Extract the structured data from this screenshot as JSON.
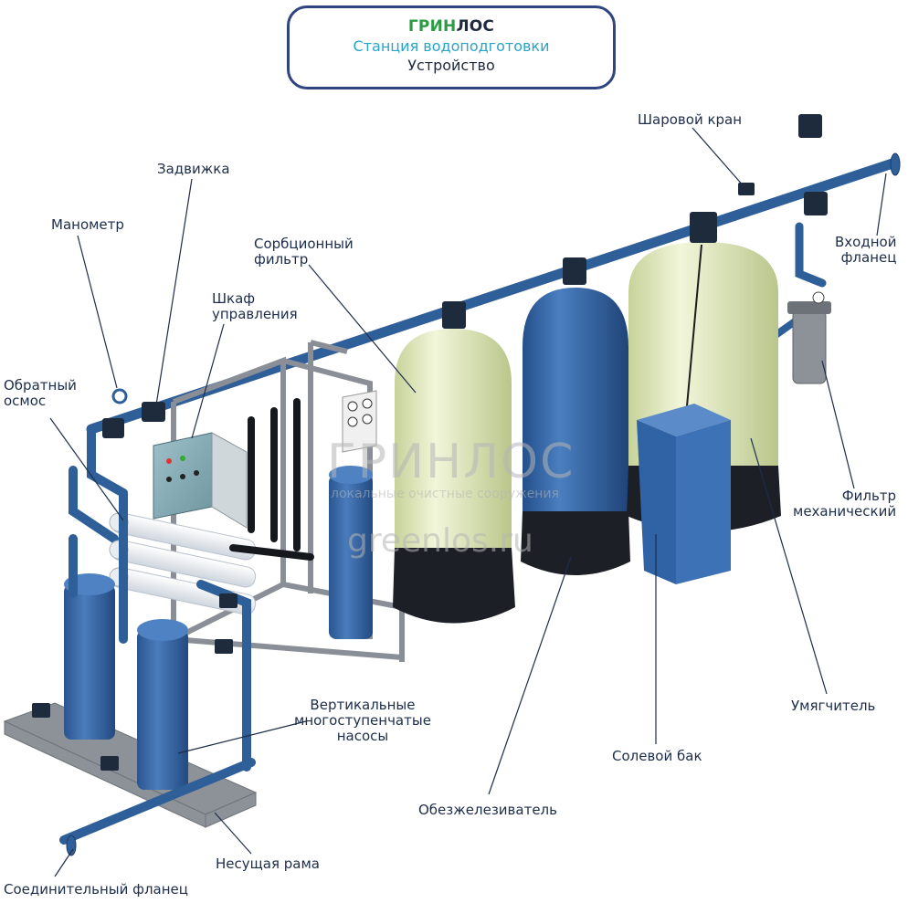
{
  "header": {
    "brand_green": "ГРИН",
    "brand_dark": "ЛОС",
    "subtitle": "Станция водоподготовки",
    "caption": "Устройство"
  },
  "labels": {
    "ball_valve": "Шаровой кран",
    "gate_valve": "Задвижка",
    "manometer": "Манометр",
    "sorption_filter_1": "Сорбционный",
    "sorption_filter_2": "фильтр",
    "control_cabinet_1": "Шкаф",
    "control_cabinet_2": "управления",
    "reverse_osmosis_1": "Обратный",
    "reverse_osmosis_2": "осмос",
    "inlet_flange_1": "Входной",
    "inlet_flange_2": "фланец",
    "mech_filter_1": "Фильтр",
    "mech_filter_2": "механический",
    "softener": "Умягчитель",
    "salt_tank": "Солевой бак",
    "deironer": "Обезжелезиватель",
    "pumps_1": "Вертикальные",
    "pumps_2": "многоступенчатые",
    "pumps_3": "насосы",
    "frame": "Несущая рама",
    "connecting_flange": "Соединительный фланец"
  },
  "watermark": {
    "brand": "ГРИНЛОС",
    "tagline": "локальные очистные сооружения",
    "site": "greenlos.ru"
  },
  "colors": {
    "pipe": "#2f5f98",
    "tank_green": "#e4ecc3",
    "tank_blue": "#3a68a8",
    "tank_base": "#1c1f26",
    "frame": "#8a8f97"
  }
}
